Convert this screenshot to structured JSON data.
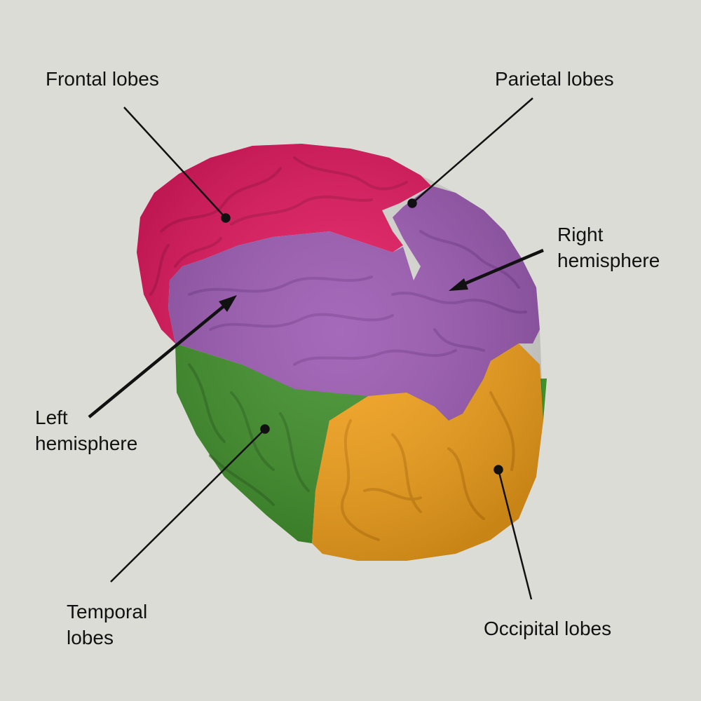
{
  "diagram": {
    "labels": {
      "frontal": [
        "Frontal lobes"
      ],
      "parietal": [
        "Parietal lobes"
      ],
      "right_hemisphere": [
        "Right",
        "hemisphere"
      ],
      "left_hemisphere": [
        "Left",
        "hemisphere"
      ],
      "temporal": [
        "Temporal",
        "lobes"
      ],
      "occipital": [
        "Occipital lobes"
      ]
    },
    "colors": {
      "background": "#dcdcd7",
      "frontal": "#e3185f",
      "parietal": "#9b59b2",
      "temporal": "#3f8f2a",
      "occipital": "#f4a21b",
      "text": "#111111"
    }
  }
}
